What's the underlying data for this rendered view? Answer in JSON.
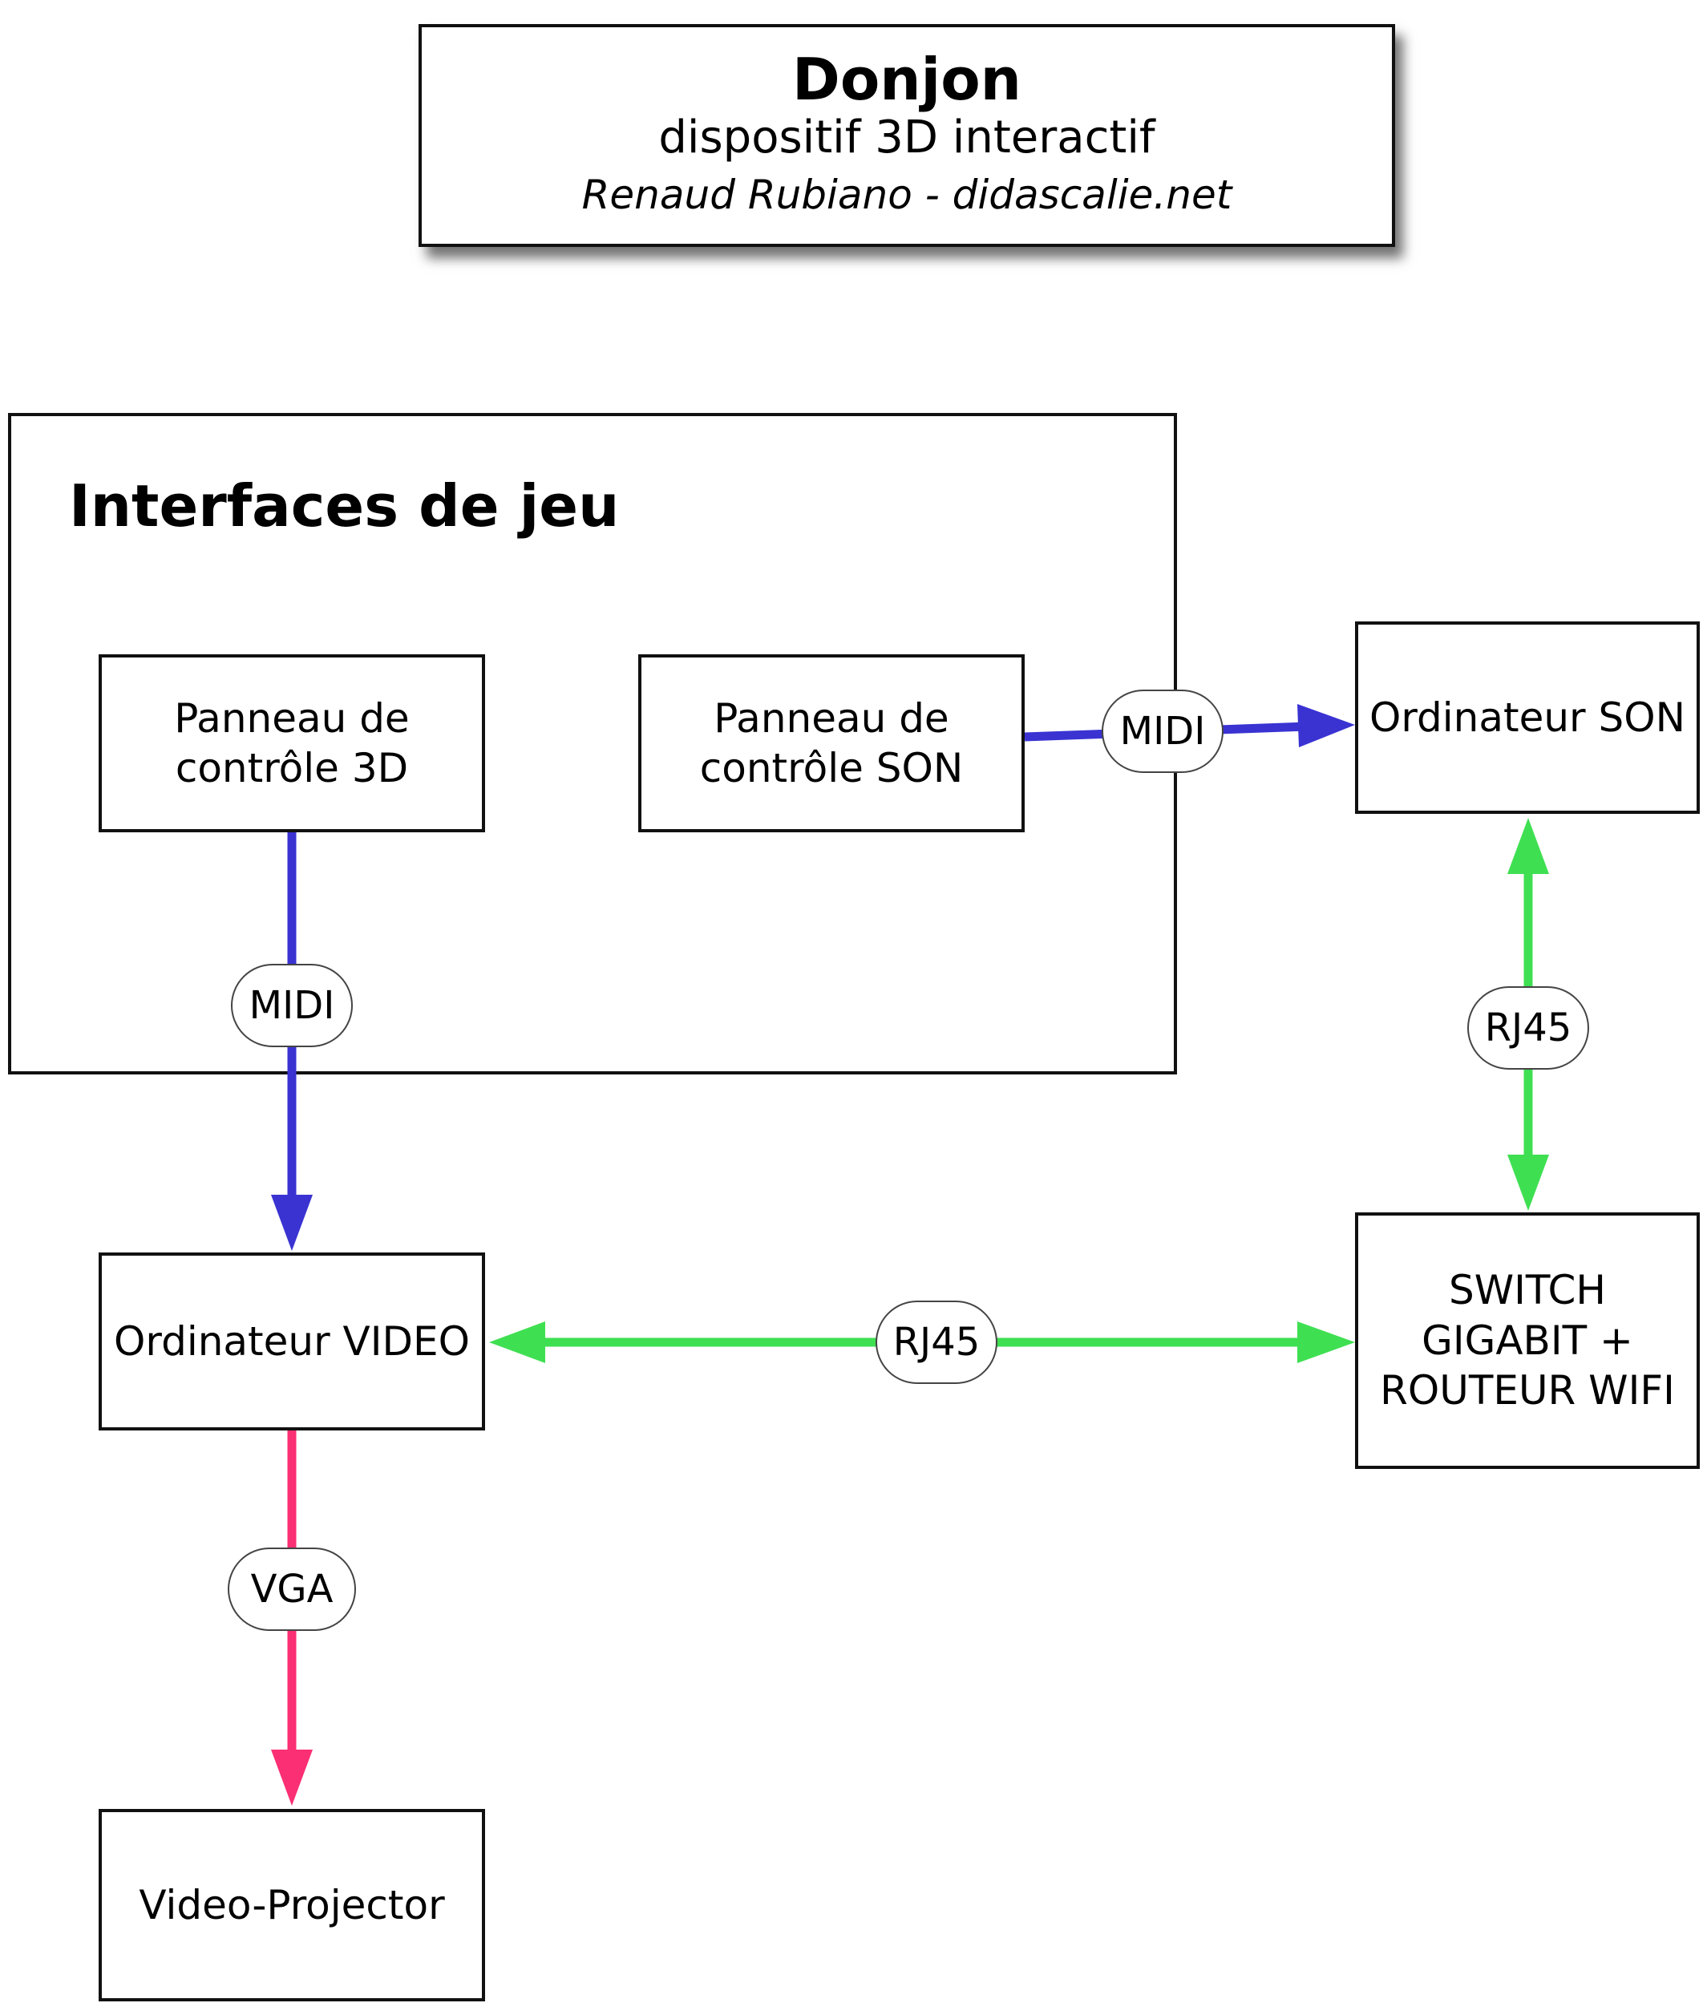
{
  "title": {
    "main": "Donjon",
    "subtitle": "dispositif 3D interactif",
    "author": "Renaud Rubiano - didascalie.net"
  },
  "group": {
    "title": "Interfaces de jeu"
  },
  "nodes": {
    "panel_3d": "Panneau de\ncontrôle 3D",
    "panel_son": "Panneau de\ncontrôle SON",
    "computer_son": "Ordinateur SON",
    "computer_video": "Ordinateur VIDEO",
    "switch": "SWITCH\nGIGABIT +\nROUTEUR WIFI",
    "projector": "Video-Projector"
  },
  "connections": {
    "midi_3d": "MIDI",
    "midi_son": "MIDI",
    "rj45_son_switch": "RJ45",
    "rj45_video_switch": "RJ45",
    "vga": "VGA"
  },
  "colors": {
    "midi": "#3a33d2",
    "rj45": "#3fdf52",
    "vga": "#fb2f73"
  }
}
